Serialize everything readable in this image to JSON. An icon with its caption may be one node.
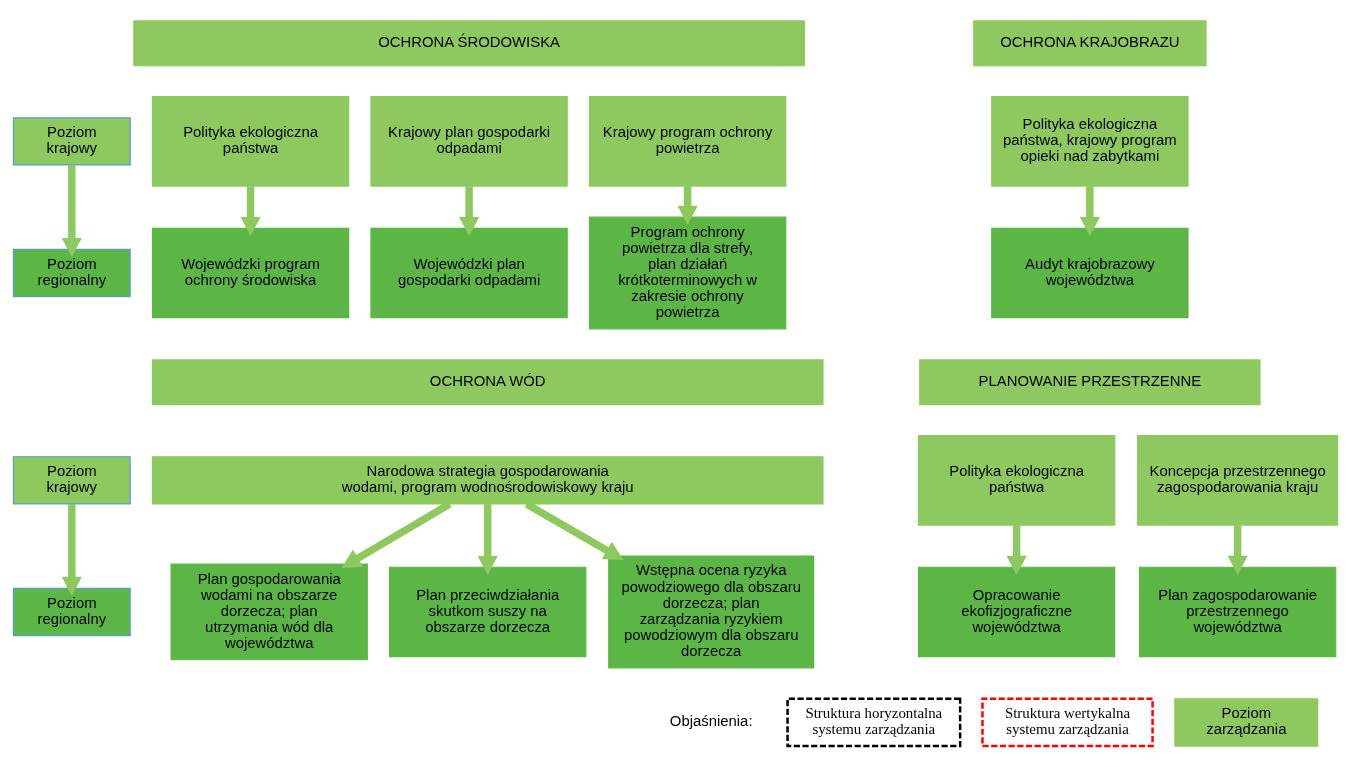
{
  "diagram": {
    "nodes": [
      {
        "text": [
          "Poziom krajowy"
        ]
      },
      {
        "text": [
          "Poziom regionalny"
        ]
      },
      {
        "text": [
          "OCHRONA ŚRODOWISKA"
        ]
      },
      {
        "text": [
          "OCHRONA KRAJOBRAZU"
        ]
      },
      {
        "text": [
          "Polityka ekologiczna państwa"
        ]
      },
      {
        "text": [
          "Krajowy plan gospodarki odpadami"
        ]
      },
      {
        "text": [
          "Krajowy program ochrony powietrza"
        ]
      },
      {
        "text": [
          "Polityka ekologiczna państwa, krajowy program opieki nad zabytkami"
        ]
      },
      {
        "text": [
          "Wojewódzki program ochrony środowiska"
        ]
      },
      {
        "text": [
          "Wojewódzki plan gospodarki odpadami"
        ]
      },
      {
        "text": [
          "Program ochrony powietrza dla strefy, plan działań krótkoterminowych w zakresie ochrony powietrza"
        ]
      },
      {
        "text": [
          "Audyt krajobrazowy województwa"
        ]
      },
      {
        "text": [
          "Poziom krajowy"
        ]
      },
      {
        "text": [
          "Poziom regionalny"
        ]
      },
      {
        "text": [
          "OCHRONA WÓD"
        ]
      },
      {
        "text": [
          "PLANOWANIE PRZESTRZENNE"
        ]
      },
      {
        "text": [
          "Narodowa strategia gospodarowania wodami, program wodnośrodowiskowy kraju"
        ]
      },
      {
        "text": [
          "Polityka ekologiczna państwa"
        ]
      },
      {
        "text": [
          "Koncepcja przestrzennego zagospodarowania kraju"
        ]
      },
      {
        "text": [
          "Plan gospodarowania wodami na obszarze dorzecza; plan utrzymania wód dla województwa"
        ]
      },
      {
        "text": [
          "Plan przeciwdziałania skutkom suszy na obszarze dorzecza"
        ]
      },
      {
        "text": [
          "Wstępna ocena ryzyka powodziowego dla obszaru dorzecza; plan zarządzania ryzykiem powodziowym dla obszaru dorzecza"
        ]
      },
      {
        "text": [
          "Opracowanie ekofizjograficzne województwa"
        ]
      },
      {
        "text": [
          "Plan zagospodarowanie przestrzennego województwa"
        ]
      }
    ],
    "edges": [
      {
        "from": 0,
        "to": 1,
        "arrow": "to"
      },
      {
        "from": 4,
        "to": 8,
        "arrow": "to"
      },
      {
        "from": 5,
        "to": 9,
        "arrow": "to"
      },
      {
        "from": 6,
        "to": 10,
        "arrow": "to"
      },
      {
        "from": 7,
        "to": 11,
        "arrow": "to"
      },
      {
        "from": 12,
        "to": 13,
        "arrow": "to"
      },
      {
        "from": 16,
        "to": 19,
        "arrow": "to"
      },
      {
        "from": 16,
        "to": 20,
        "arrow": "to"
      },
      {
        "from": 16,
        "to": 21,
        "arrow": "to"
      },
      {
        "from": 17,
        "to": 22,
        "arrow": "to"
      },
      {
        "from": 18,
        "to": 23,
        "arrow": "to"
      }
    ],
    "labels": [
      "Objaśnienia:"
    ],
    "legend": [
      {
        "text": "Struktura horyzontalna systemu zarządzania"
      },
      {
        "text": "Struktura wertykalna systemu zarządzania"
      },
      {
        "text": "Poziom zarządzania",
        "color": "#8dc95e"
      }
    ]
  }
}
